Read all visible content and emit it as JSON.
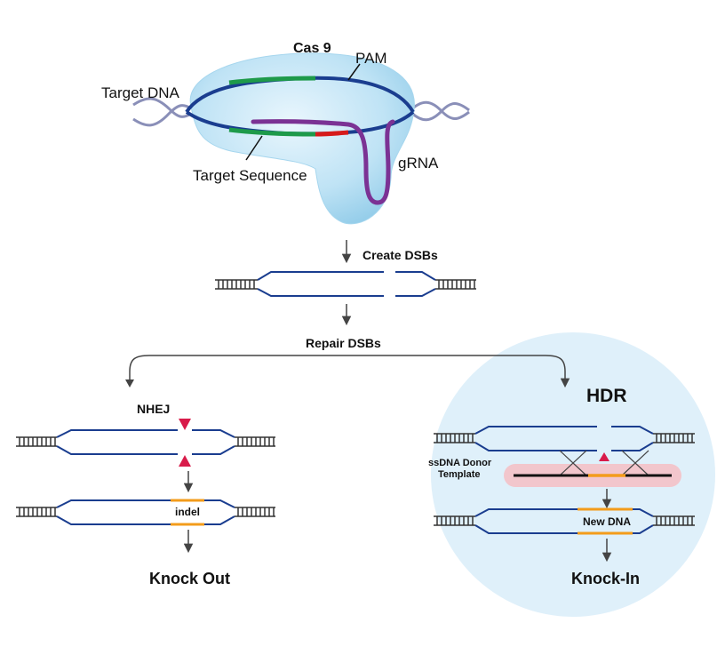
{
  "labels": {
    "cas9": "Cas 9",
    "pam": "PAM",
    "target_dna": "Target DNA",
    "target_sequence": "Target Sequence",
    "grna": "gRNA",
    "create_dsbs": "Create DSBs",
    "repair_dsbs": "Repair DSBs",
    "nhej": "NHEJ",
    "indel": "indel",
    "knock_out": "Knock Out",
    "hdr": "HDR",
    "ssdna_donor_line1": "ssDNA Donor",
    "ssdna_donor_line2": "Template",
    "new_dna": "New DNA",
    "knock_in": "Knock-In"
  },
  "colors": {
    "dna_strand": "#1a3d8f",
    "target_sequence": "#1e9a4a",
    "pam": "#d61a1a",
    "grna": "#7b3294",
    "cas9_fill": "#bfe3f5",
    "hdr_circle": "#dff0fa",
    "donor_band": "#f2c6cc",
    "insert": "#f39c1b",
    "cut_marker": "#d81b4a",
    "arrow": "#444444"
  }
}
